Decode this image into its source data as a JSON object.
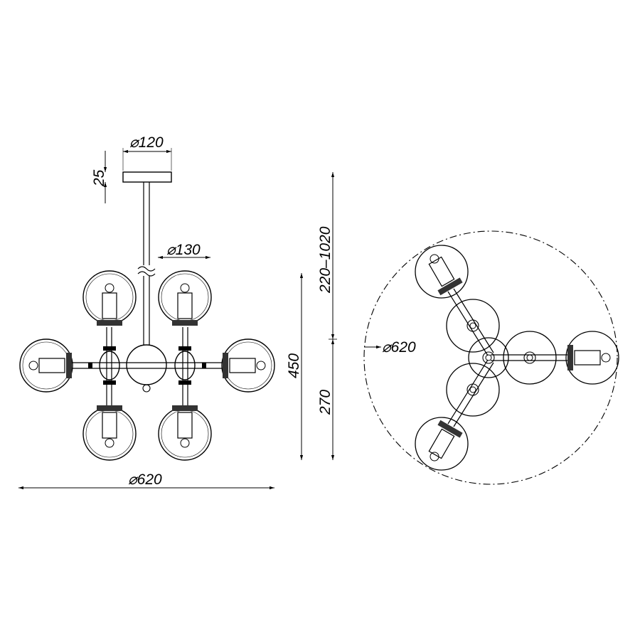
{
  "dimensions": {
    "canopy_diameter": "⌀120",
    "canopy_height": "25",
    "globe_diameter": "⌀130",
    "suspension_length": "220–1020",
    "body_height": "450",
    "lower_height": "270",
    "overall_diameter_side": "⌀620",
    "overall_diameter_top": "⌀620"
  }
}
